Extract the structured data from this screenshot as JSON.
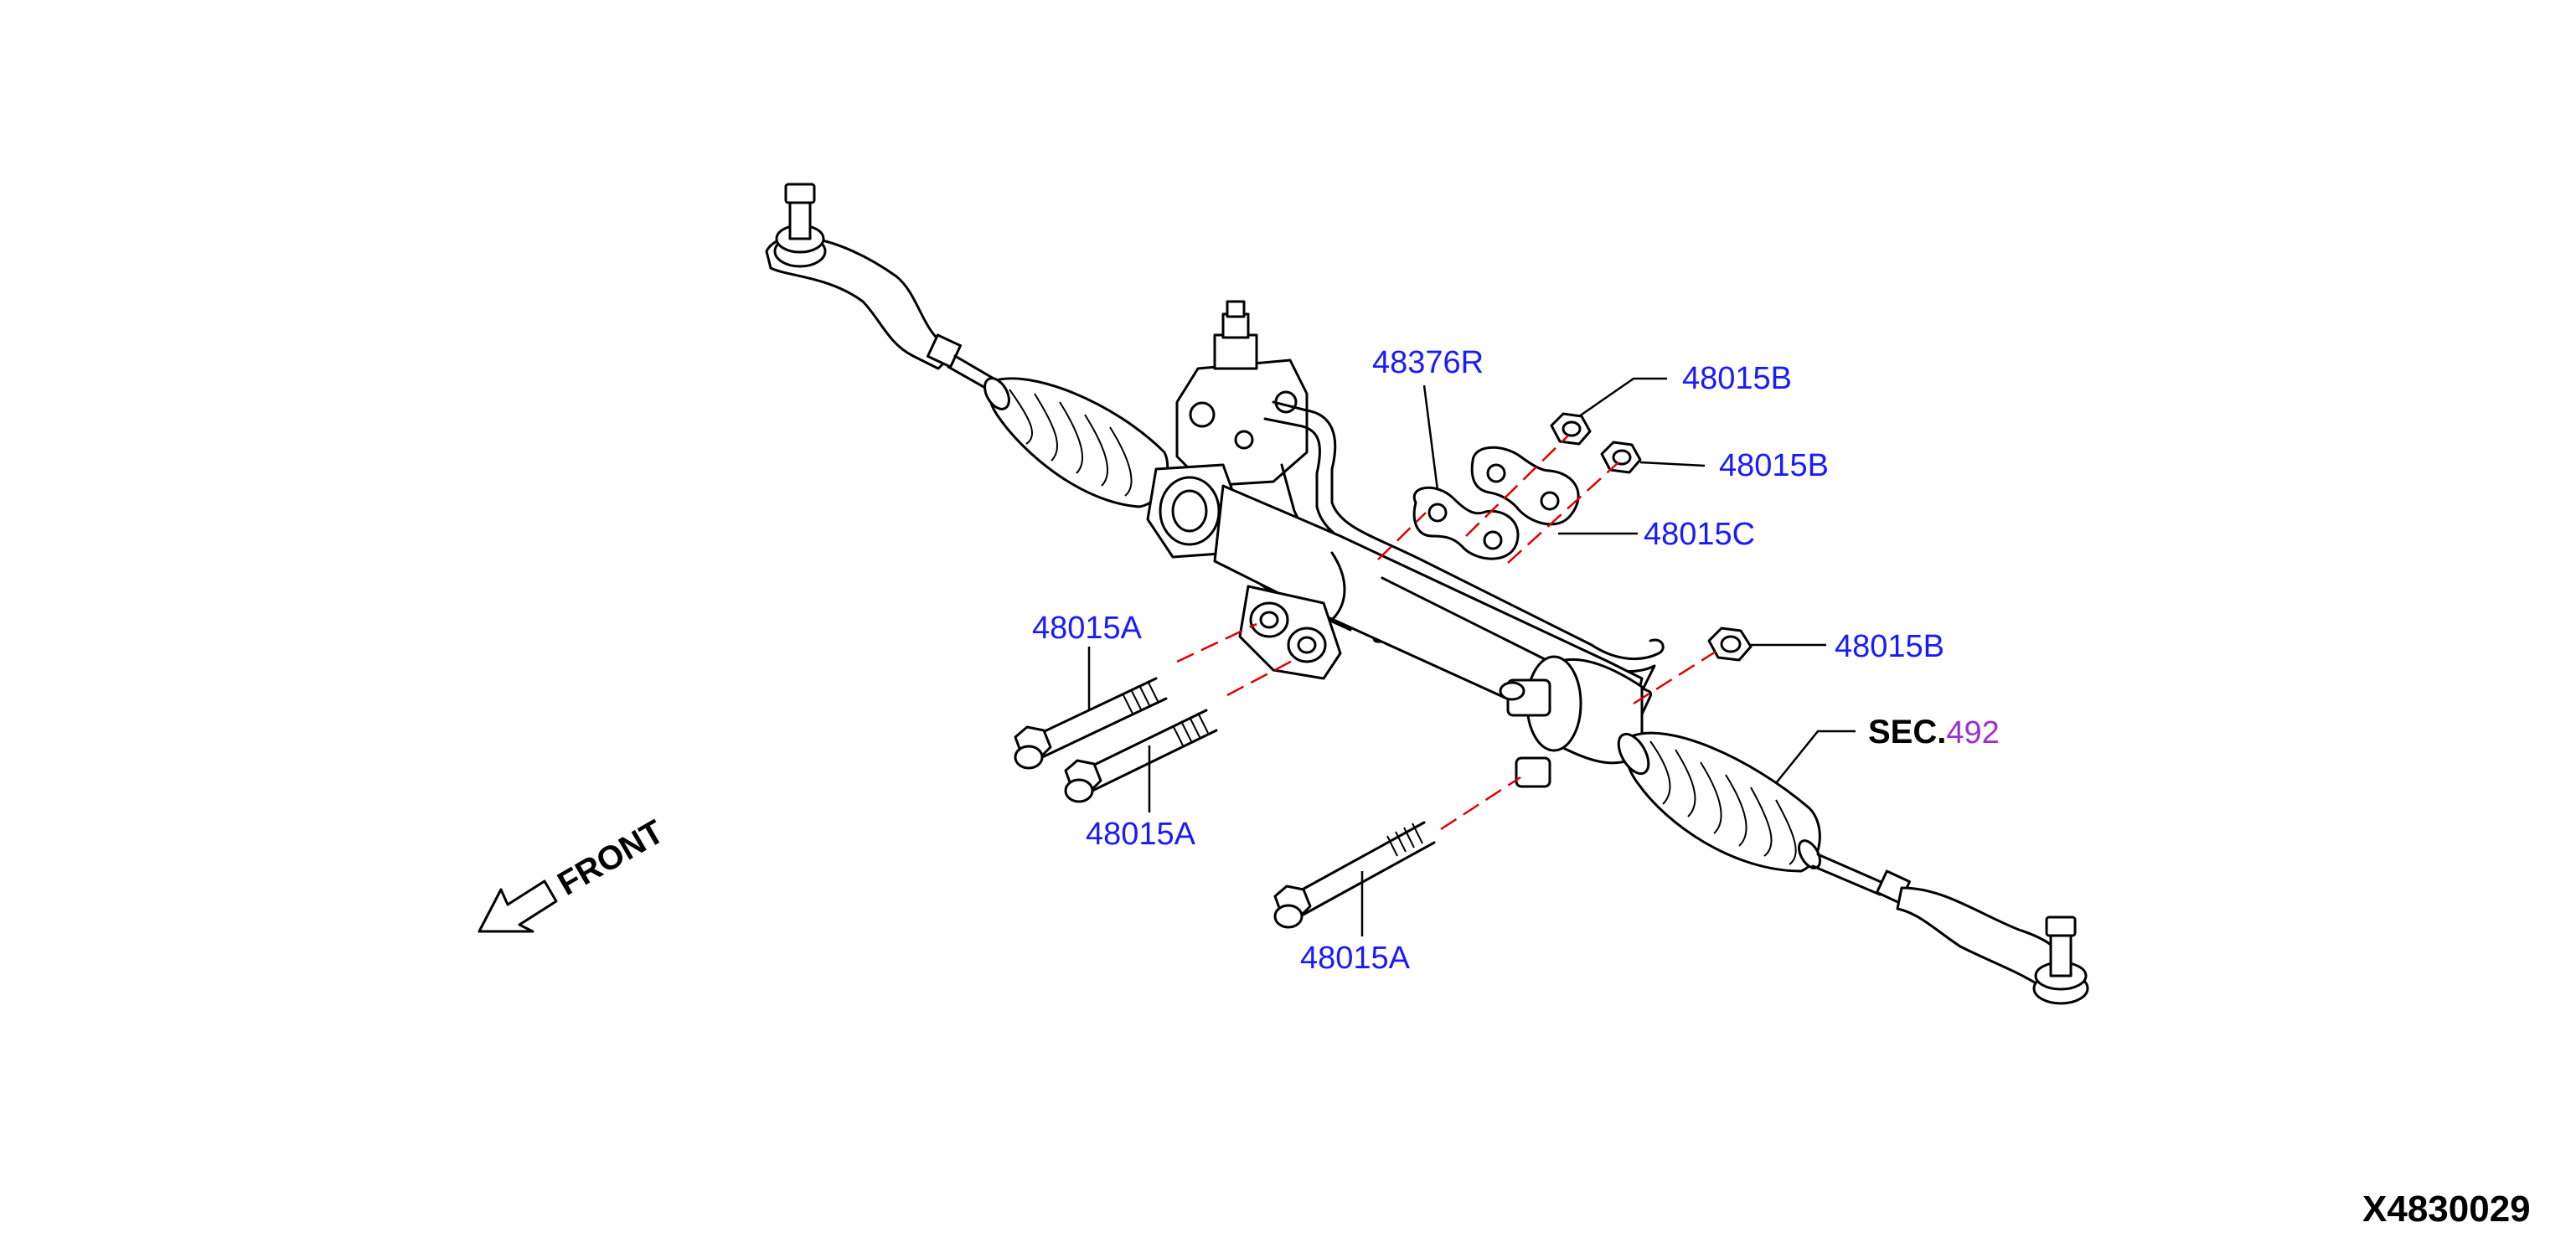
{
  "callouts": {
    "gasket": "48376R",
    "nut_top": "48015B",
    "nut_mid": "48015B",
    "nut_right": "48015B",
    "plate": "48015C",
    "bolt_upper": "48015A",
    "bolt_lower": "48015A",
    "bolt_bottom": "48015A"
  },
  "sec_ref": {
    "prefix": "SEC.",
    "number": "492"
  },
  "front_label": "FRONT",
  "diagram_code": "X4830029",
  "colors": {
    "callout_text": "#1a1aff",
    "sec_number": "#9b2fd6",
    "dashed_line": "#e00000",
    "line_art": "#000000"
  }
}
